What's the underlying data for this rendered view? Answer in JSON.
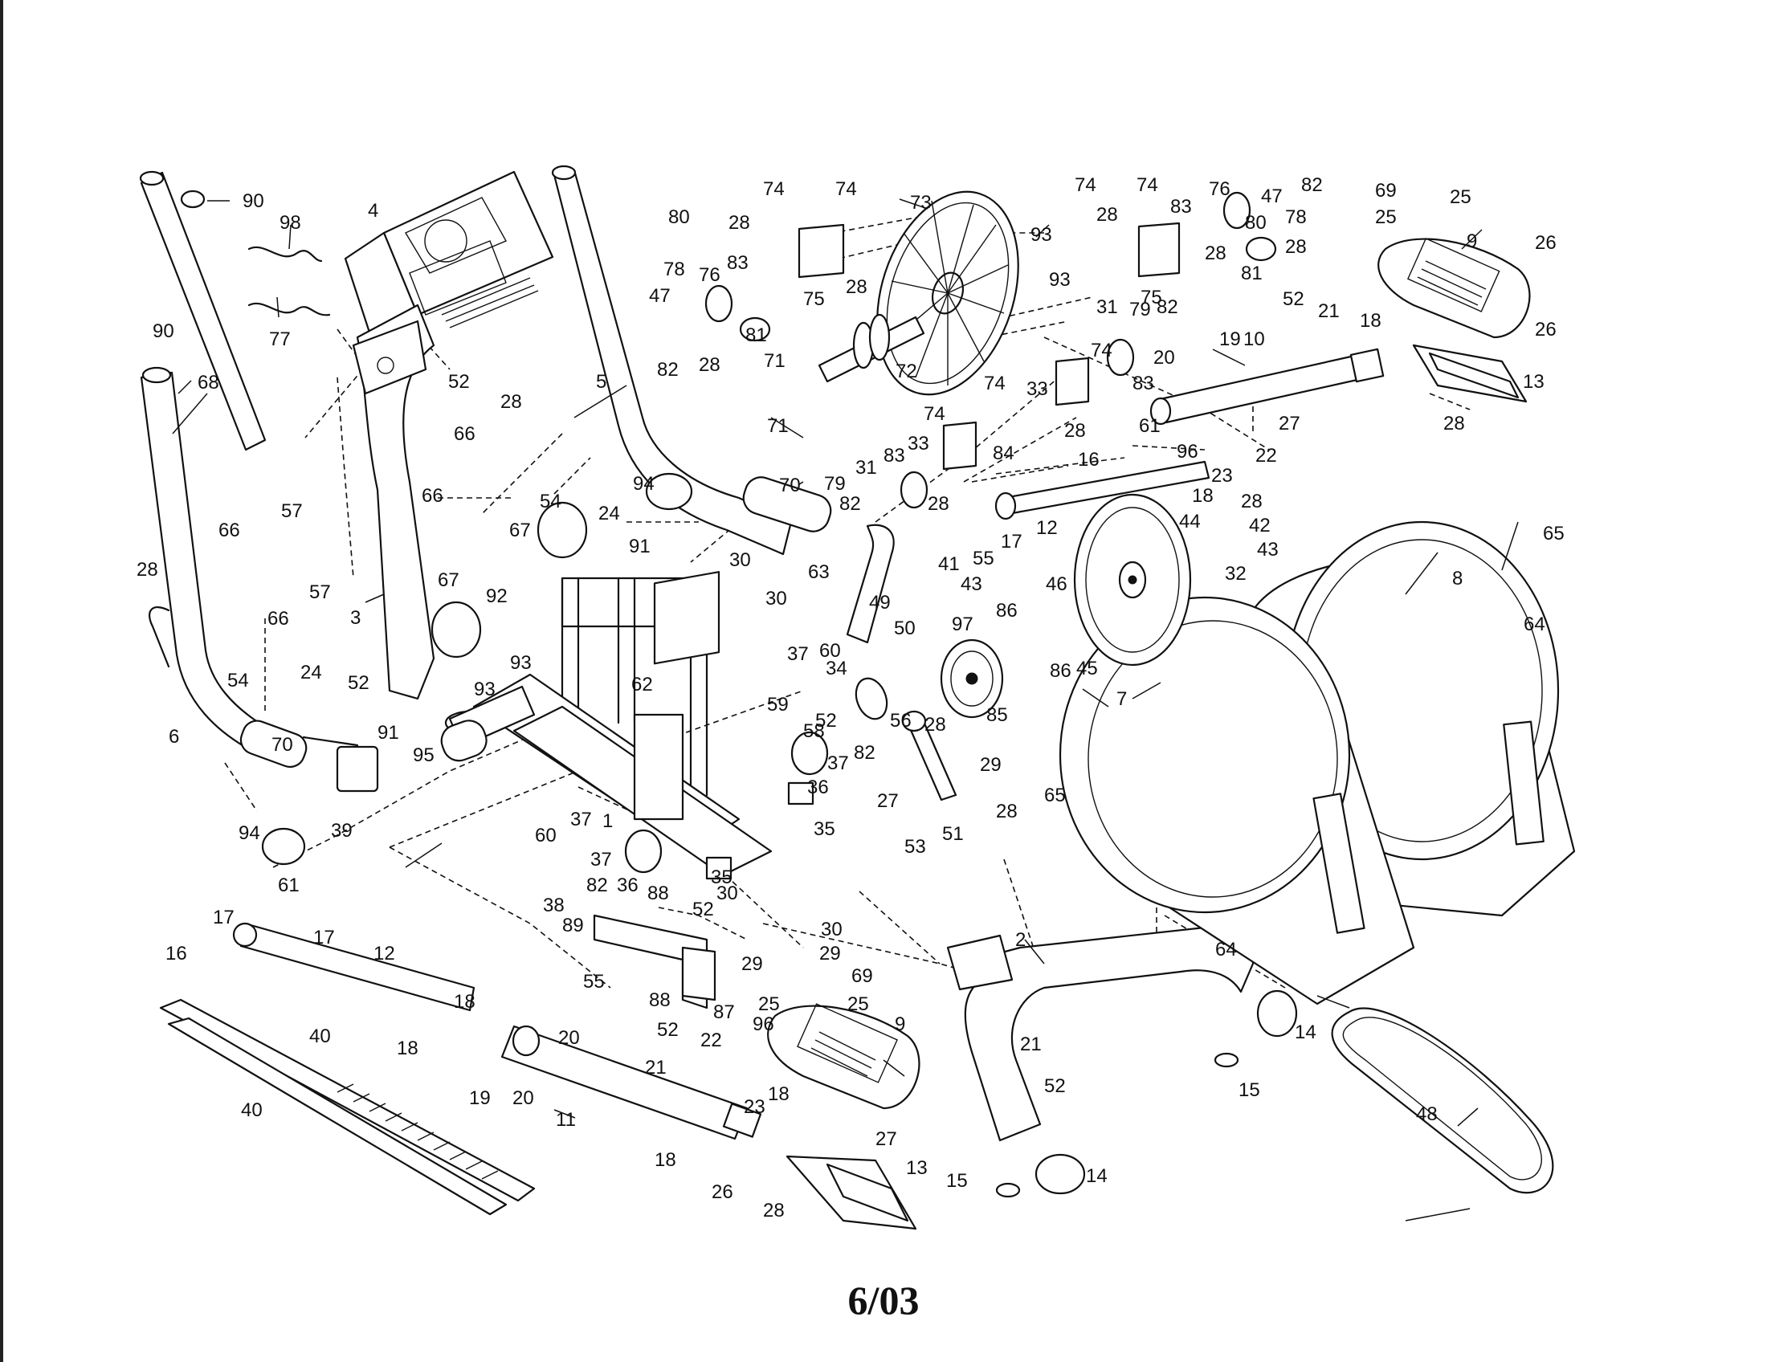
{
  "caption": "6/03",
  "part_numbers": [
    "1",
    "2",
    "3",
    "4",
    "5",
    "6",
    "7",
    "8",
    "9",
    "10",
    "11",
    "12",
    "13",
    "14",
    "15",
    "16",
    "17",
    "18",
    "19",
    "20",
    "21",
    "22",
    "23",
    "24",
    "25",
    "26",
    "27",
    "28",
    "29",
    "30",
    "31",
    "32",
    "33",
    "34",
    "35",
    "36",
    "37",
    "38",
    "39",
    "40",
    "41",
    "42",
    "43",
    "44",
    "45",
    "46",
    "47",
    "48",
    "49",
    "50",
    "51",
    "52",
    "53",
    "54",
    "55",
    "56",
    "57",
    "58",
    "59",
    "60",
    "61",
    "62",
    "63",
    "64",
    "65",
    "66",
    "67",
    "68",
    "69",
    "70",
    "71",
    "72",
    "73",
    "74",
    "75",
    "76",
    "77",
    "78",
    "79",
    "80",
    "81",
    "82",
    "83",
    "84",
    "85",
    "86",
    "87",
    "88",
    "89",
    "90",
    "91",
    "92",
    "93",
    "94",
    "95",
    "96",
    "97",
    "98"
  ]
}
